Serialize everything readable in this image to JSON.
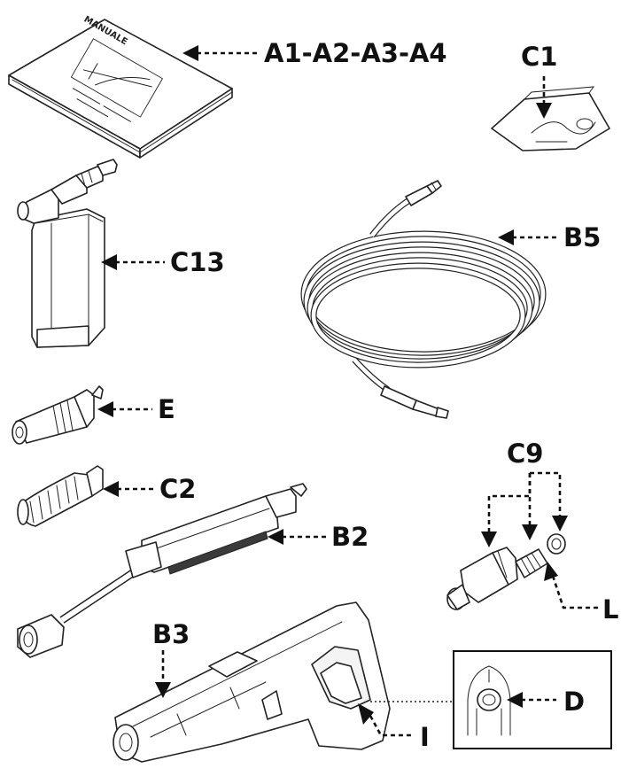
{
  "labels": {
    "manuals": "A1-A2-A3-A4",
    "bag": "C1",
    "detergent_tank": "C13",
    "hose": "B5",
    "nozzle_e": "E",
    "nozzle_c2": "C2",
    "lance": "B2",
    "adapter_set": "C9",
    "gun": "B3",
    "filter": "L",
    "trigger_lock": "I",
    "detail": "D"
  },
  "manual_cover_text": "MANUALE"
}
